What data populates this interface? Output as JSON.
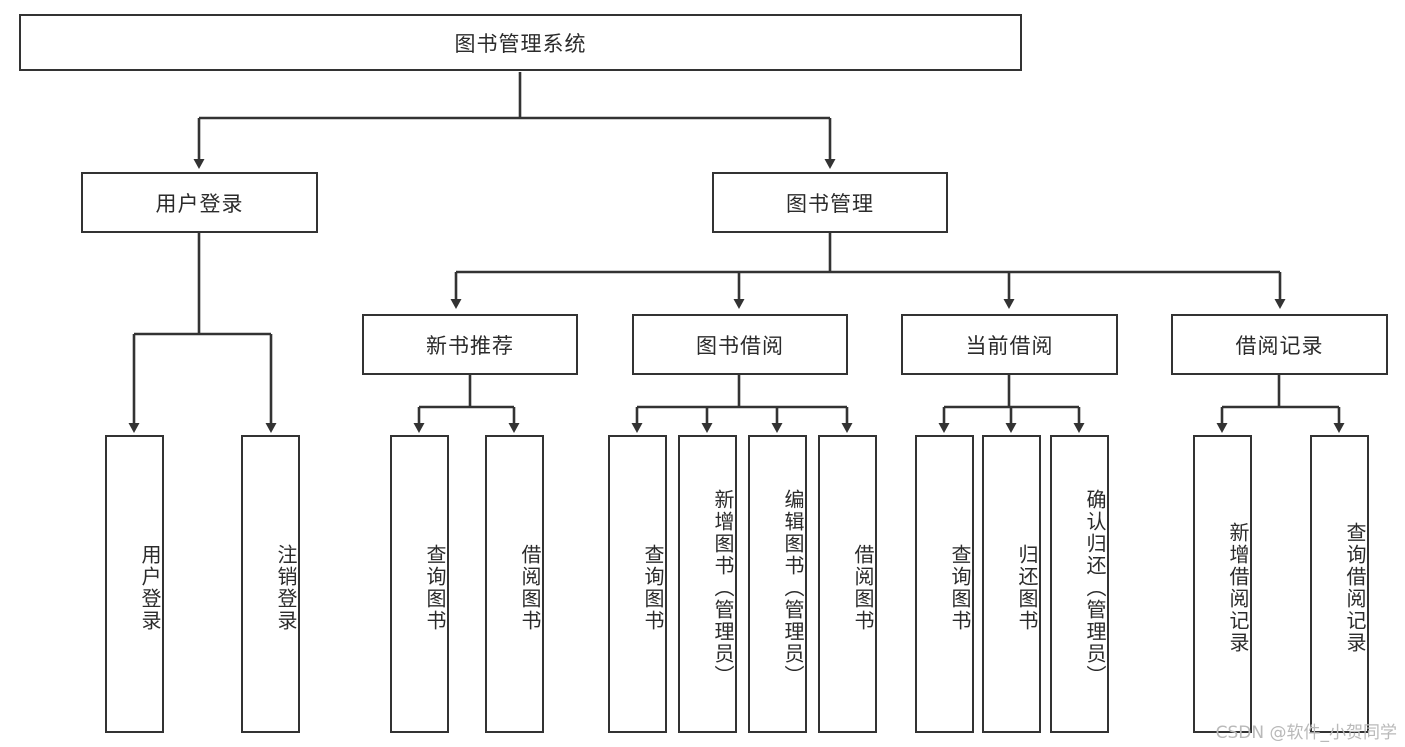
{
  "diagram": {
    "title": "图书管理系统",
    "type": "hierarchy-tree",
    "watermark": "CSDN @软件_小贺同学",
    "root": {
      "label": "图书管理系统"
    },
    "level1": [
      {
        "label": "用户登录"
      },
      {
        "label": "图书管理"
      }
    ],
    "level2": [
      {
        "label": "新书推荐"
      },
      {
        "label": "图书借阅"
      },
      {
        "label": "当前借阅"
      },
      {
        "label": "借阅记录"
      }
    ],
    "leaves": [
      {
        "label": "用户登录"
      },
      {
        "label": "注销登录"
      },
      {
        "label": "查询图书"
      },
      {
        "label": "借阅图书"
      },
      {
        "label": "查询图书"
      },
      {
        "label": "新增图书（管理员）"
      },
      {
        "label": "编辑图书（管理员）"
      },
      {
        "label": "借阅图书"
      },
      {
        "label": "查询图书"
      },
      {
        "label": "归还图书"
      },
      {
        "label": "确认归还（管理员）"
      },
      {
        "label": "新增借阅记录"
      },
      {
        "label": "查询借阅记录"
      }
    ],
    "colors": {
      "stroke": "#333333",
      "text": "#2b2b2b",
      "background": "#ffffff",
      "watermark": "#b9b9b9"
    }
  }
}
